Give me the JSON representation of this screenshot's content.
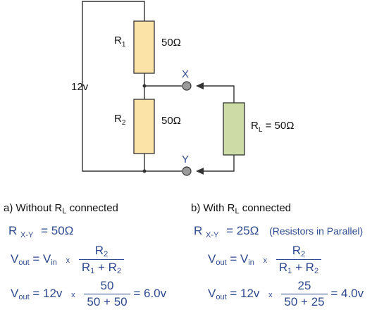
{
  "diagram": {
    "source_voltage": "12v",
    "r1": {
      "name": "R",
      "sub": "1",
      "value": "50Ω"
    },
    "r2": {
      "name": "R",
      "sub": "2",
      "value": "50Ω"
    },
    "rl": {
      "name": "R",
      "sub": "L",
      "eq": " = ",
      "value": "50Ω"
    },
    "terminal_x": "X",
    "terminal_y": "Y",
    "colors": {
      "resistor": "#fbe3a8",
      "load": "#cddba6",
      "wire": "#333333",
      "terminal": "#9a9a9a",
      "label": "#2e4a8e"
    }
  },
  "case_a": {
    "heading_prefix": "a)  Without R",
    "heading_sub": "L",
    "heading_suffix": " connected",
    "rxy_prefix": "R",
    "rxy_sub": "X-Y",
    "rxy_value": "=  50Ω",
    "vout1": {
      "v": "V",
      "out": "out",
      "eq": " =  V",
      "in": "in",
      "x": "x",
      "num_r": "R",
      "num_sub": "2",
      "den_r1": "R",
      "den_sub1": "1",
      "den_plus": " + R",
      "den_sub2": "2"
    },
    "vout2": {
      "v": "V",
      "out": "out",
      "eq": " = 12v",
      "x": "x",
      "num": "50",
      "den": "50 + 50",
      "result": "=  6.0v"
    }
  },
  "case_b": {
    "heading_prefix": "b)  With R",
    "heading_sub": "L",
    "heading_suffix": " connected",
    "rxy_prefix": "R",
    "rxy_sub": "X-Y",
    "rxy_value": "=  25Ω",
    "rxy_note": "(Resistors in Parallel)",
    "vout1": {
      "v": "V",
      "out": "out",
      "eq": " =  V",
      "in": "in",
      "x": "x",
      "num_r": "R",
      "num_sub": "2",
      "den_r1": "R",
      "den_sub1": "1",
      "den_plus": " + R",
      "den_sub2": "2"
    },
    "vout2": {
      "v": "V",
      "out": "out",
      "eq": " = 12v",
      "x": "x",
      "num": "25",
      "den": "50 + 25",
      "result": "=  4.0v"
    }
  }
}
